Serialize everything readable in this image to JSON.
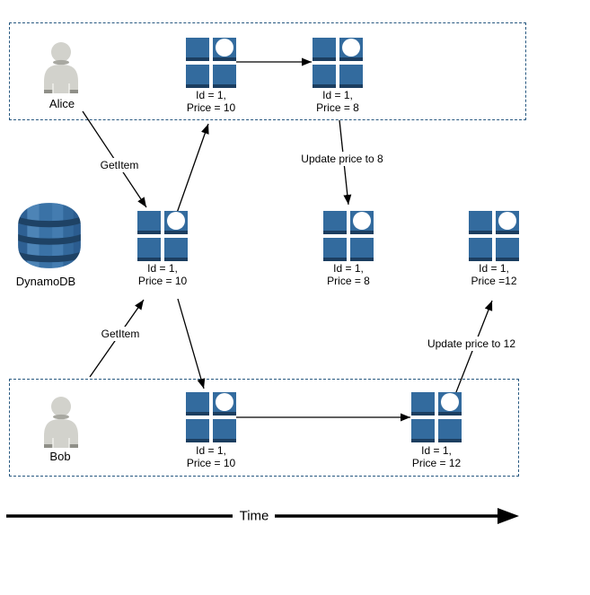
{
  "actors": {
    "alice": {
      "label": "Alice"
    },
    "bob": {
      "label": "Bob"
    },
    "dynamodb": {
      "label": "DynamoDB"
    }
  },
  "items": {
    "alice_item1": {
      "line1": "Id = 1,",
      "line2": "Price = 10"
    },
    "alice_item2": {
      "line1": "Id = 1,",
      "line2": "Price = 8"
    },
    "db_item1": {
      "line1": "Id = 1,",
      "line2": "Price = 10"
    },
    "db_item2": {
      "line1": "Id = 1,",
      "line2": "Price = 8"
    },
    "db_item3": {
      "line1": "Id = 1,",
      "line2": "Price =12"
    },
    "bob_item1": {
      "line1": "Id = 1,",
      "line2": "Price = 10"
    },
    "bob_item2": {
      "line1": "Id = 1,",
      "line2": "Price = 12"
    }
  },
  "arrows": {
    "alice_getitem_label": "GetItem",
    "bob_getitem_label": "GetItem",
    "alice_update_label": "Update price to 8",
    "bob_update_label": "Update price to 12"
  },
  "time_axis": {
    "label": "Time"
  },
  "colors": {
    "item_blue": "#336b9e",
    "item_shadow": "#1c3e60",
    "box_border": "#275880",
    "dynamo_base": "#3a72a6",
    "dynamo_band": "#1e4265",
    "person_gray": "#d2d2cc",
    "arrow_black": "#000000"
  }
}
